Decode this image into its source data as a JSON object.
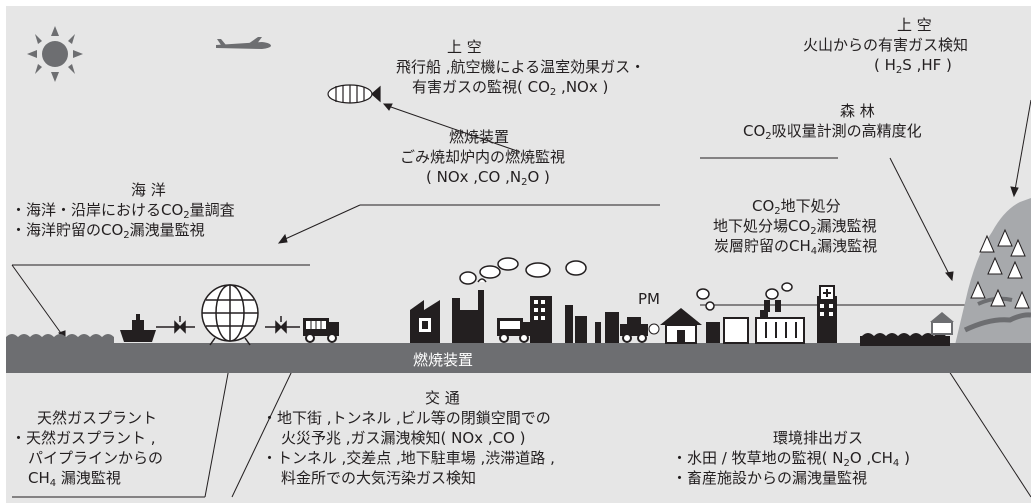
{
  "sky": {
    "title": "上 空",
    "line1": "飛行船 ,航空機による温室効果ガス・",
    "line2_pre": "有害ガスの監視( CO",
    "line2_sub": "2",
    "line2_post": " ,NOx )"
  },
  "sky_volcano": {
    "title": "上 空",
    "line1": "火山からの有害ガス検知",
    "line2_pre": "( H",
    "line2_sub": "2",
    "line2_post": "S ,HF )"
  },
  "forest": {
    "title": "森 林",
    "line1_pre": "CO",
    "line1_sub": "2",
    "line1_post": "吸収量計測の高精度化"
  },
  "combustion": {
    "title": "燃焼装置",
    "line1": "ごみ焼却炉内の燃焼監視",
    "line2_pre": "( NOx ,CO ,N",
    "line2_sub": "2",
    "line2_post": "O )"
  },
  "ocean": {
    "title": "海 洋",
    "line1_pre": "・海洋・沿岸におけるCO",
    "line1_sub": "2",
    "line1_post": "量調査",
    "line2_pre": "・海洋貯留のCO",
    "line2_sub": "2",
    "line2_post": "漏洩量監視"
  },
  "co2_storage": {
    "title_pre": "CO",
    "title_sub": "2",
    "title_post": "地下処分",
    "line1_pre": "地下処分場CO",
    "line1_sub": "2",
    "line1_post": "漏洩監視",
    "line2_pre": "炭層貯留のCH",
    "line2_sub": "4",
    "line2_post": "漏洩監視"
  },
  "pm_label": "PM",
  "ground_label": "燃焼装置",
  "natural_gas": {
    "title": "天然ガスプラント",
    "line1": "・天然ガスプラント ,",
    "line2": "パイプラインからの",
    "line3_pre": "CH",
    "line3_sub": "4",
    "line3_post": " 漏洩監視"
  },
  "traffic": {
    "title": "交 通",
    "line1": "・地下街 ,トンネル ,ビル等の閉鎖空間での",
    "line2": "火災予兆 ,ガス漏洩検知( NOx ,CO )",
    "line3": "・トンネル ,交差点 ,地下駐車場 ,渋滞道路 ,",
    "line4": "料金所での大気汚染ガス検知"
  },
  "environment": {
    "title": "環境排出ガス",
    "line1_pre": "・水田 / 牧草地の監視( N",
    "line1_sub": "2",
    "line1_post": "O ,CH",
    "line1_sub2": "4",
    "line1_post2": " )",
    "line2": "・畜産施設からの漏洩量監視"
  },
  "colors": {
    "background": "#ffffff",
    "panel": "#e6e6e6",
    "ground": "#6d6e71",
    "ink": "#231f20",
    "mountain": "#a7a9ac"
  },
  "icons": [
    "sun-icon",
    "airplane-icon",
    "airship-icon",
    "ship-icon",
    "gas-tank-icon",
    "truck-icon",
    "factory-icon",
    "building-icon",
    "car-icon",
    "house-icon",
    "mountain-icon",
    "tree-icon",
    "farm-icon",
    "smoke-cloud-icon"
  ]
}
